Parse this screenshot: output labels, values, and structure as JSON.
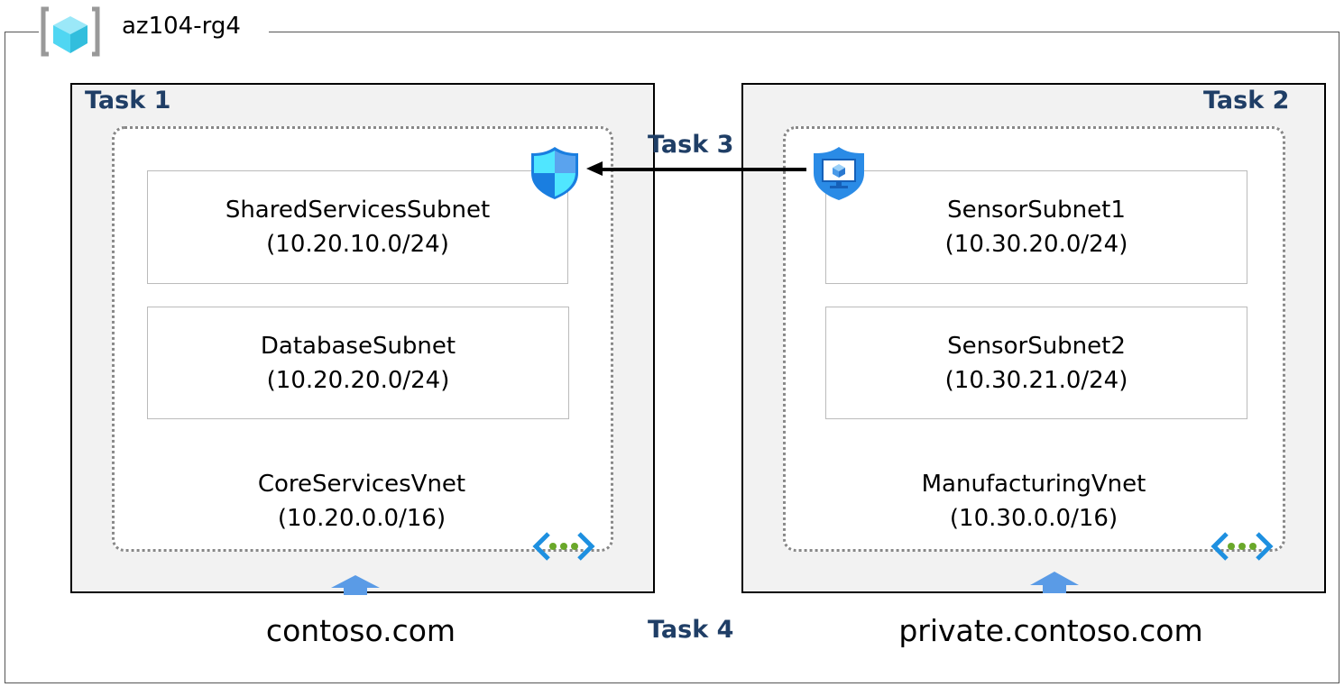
{
  "resource_group": {
    "name": "az104-rg4",
    "icon": "resource-group-icon"
  },
  "left": {
    "task": "Task 1",
    "vnet_name": "CoreServicesVnet",
    "vnet_cidr": "(10.20.0.0/16)",
    "subnets": [
      {
        "name": "SharedServicesSubnet",
        "cidr": "(10.20.10.0/24)"
      },
      {
        "name": "DatabaseSubnet",
        "cidr": "(10.20.20.0/24)"
      }
    ],
    "dns_zone": "contoso.com"
  },
  "right": {
    "task": "Task 2",
    "vnet_name": "ManufacturingVnet",
    "vnet_cidr": "(10.30.0.0/16)",
    "subnets": [
      {
        "name": "SensorSubnet1",
        "cidr": "(10.30.20.0/24)"
      },
      {
        "name": "SensorSubnet2",
        "cidr": "(10.30.21.0/24)"
      }
    ],
    "dns_zone": "private.contoso.com"
  },
  "task3": "Task 3",
  "task4": "Task 4",
  "colors": {
    "task_text": "#1f3e66",
    "box_fill": "#f2f2f2",
    "arrow_blue": "#5a9be6"
  }
}
